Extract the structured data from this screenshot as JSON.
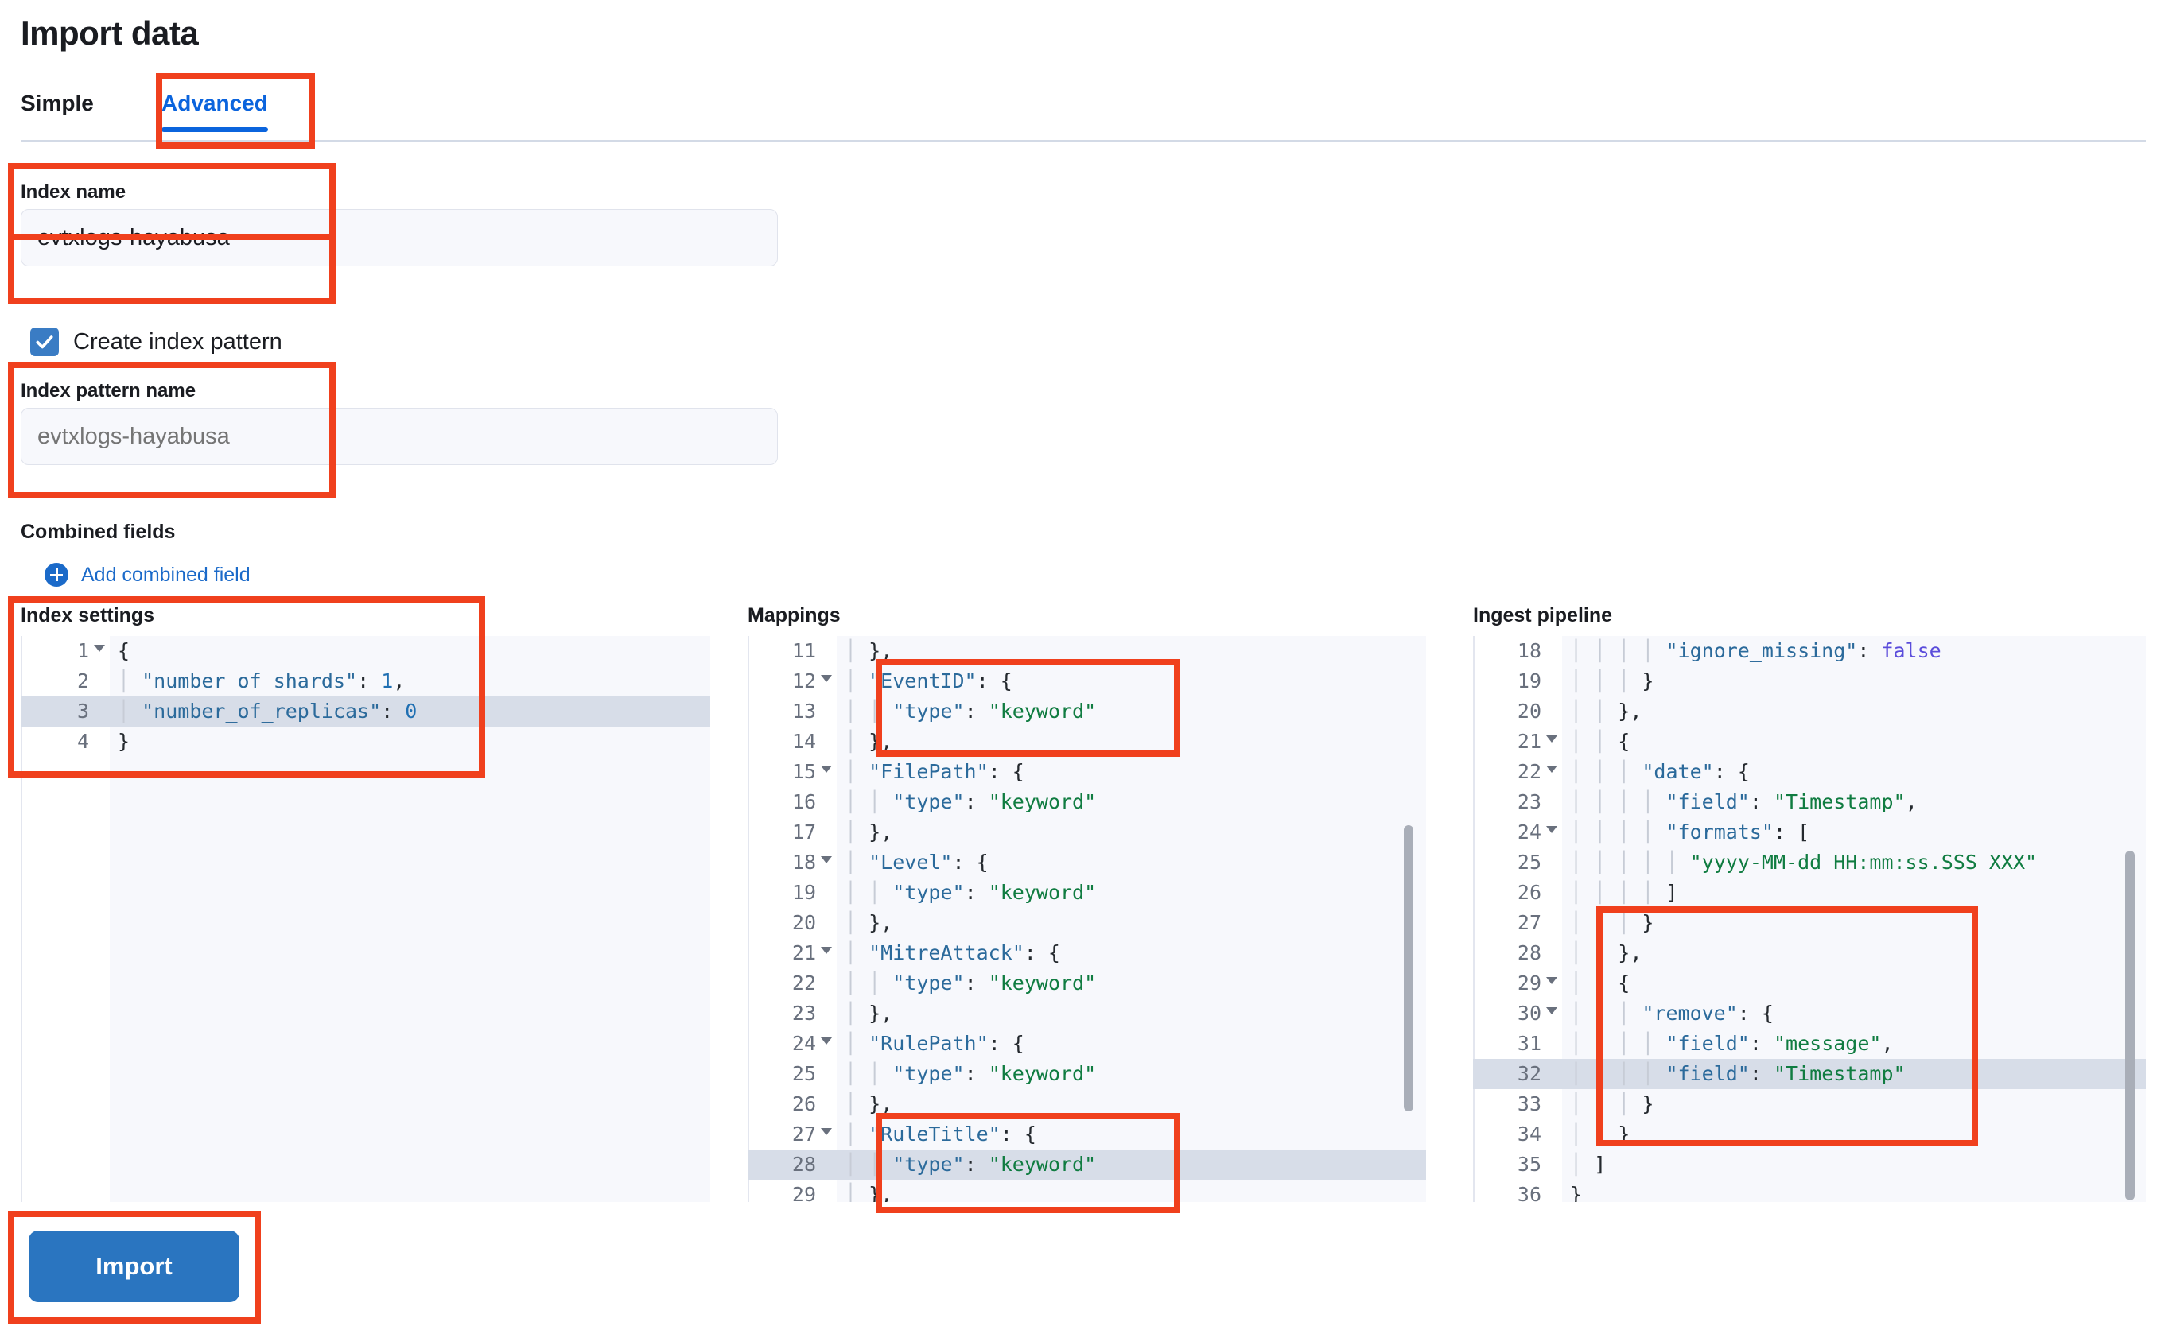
{
  "header": {
    "title": "Import data"
  },
  "tabs": [
    {
      "label": "Simple",
      "active": false
    },
    {
      "label": "Advanced",
      "active": true
    }
  ],
  "form": {
    "index_name": {
      "label": "Index name",
      "value": "evtxlogs-hayabusa"
    },
    "create_index_pattern": {
      "label": "Create index pattern",
      "checked": true
    },
    "index_pattern_name": {
      "label": "Index pattern name",
      "placeholder": "evtxlogs-hayabusa",
      "value": ""
    },
    "combined_fields": {
      "label": "Combined fields",
      "add_label": "Add combined field"
    }
  },
  "editors": {
    "index_settings": {
      "title": "Index settings",
      "lines": [
        {
          "n": "1",
          "fold": true,
          "hl": false,
          "code": "{"
        },
        {
          "n": "2",
          "fold": false,
          "hl": false,
          "code": "  \"number_of_shards\": 1,"
        },
        {
          "n": "3",
          "fold": false,
          "hl": true,
          "code": "  \"number_of_replicas\": 0"
        },
        {
          "n": "4",
          "fold": false,
          "hl": false,
          "code": "}"
        }
      ]
    },
    "mappings": {
      "title": "Mappings",
      "lines": [
        {
          "n": "11",
          "fold": false,
          "hl": false,
          "code": "  },"
        },
        {
          "n": "12",
          "fold": true,
          "hl": false,
          "code": "  \"EventID\": {"
        },
        {
          "n": "13",
          "fold": false,
          "hl": false,
          "code": "    \"type\": \"keyword\""
        },
        {
          "n": "14",
          "fold": false,
          "hl": false,
          "code": "  },"
        },
        {
          "n": "15",
          "fold": true,
          "hl": false,
          "code": "  \"FilePath\": {"
        },
        {
          "n": "16",
          "fold": false,
          "hl": false,
          "code": "    \"type\": \"keyword\""
        },
        {
          "n": "17",
          "fold": false,
          "hl": false,
          "code": "  },"
        },
        {
          "n": "18",
          "fold": true,
          "hl": false,
          "code": "  \"Level\": {"
        },
        {
          "n": "19",
          "fold": false,
          "hl": false,
          "code": "    \"type\": \"keyword\""
        },
        {
          "n": "20",
          "fold": false,
          "hl": false,
          "code": "  },"
        },
        {
          "n": "21",
          "fold": true,
          "hl": false,
          "code": "  \"MitreAttack\": {"
        },
        {
          "n": "22",
          "fold": false,
          "hl": false,
          "code": "    \"type\": \"keyword\""
        },
        {
          "n": "23",
          "fold": false,
          "hl": false,
          "code": "  },"
        },
        {
          "n": "24",
          "fold": true,
          "hl": false,
          "code": "  \"RulePath\": {"
        },
        {
          "n": "25",
          "fold": false,
          "hl": false,
          "code": "    \"type\": \"keyword\""
        },
        {
          "n": "26",
          "fold": false,
          "hl": false,
          "code": "  },"
        },
        {
          "n": "27",
          "fold": true,
          "hl": false,
          "code": "  \"RuleTitle\": {"
        },
        {
          "n": "28",
          "fold": false,
          "hl": true,
          "code": "    \"type\": \"keyword\""
        },
        {
          "n": "29",
          "fold": false,
          "hl": false,
          "code": "  },"
        }
      ]
    },
    "ingest_pipeline": {
      "title": "Ingest pipeline",
      "lines": [
        {
          "n": "18",
          "fold": false,
          "hl": false,
          "code": "        \"ignore_missing\": false"
        },
        {
          "n": "19",
          "fold": false,
          "hl": false,
          "code": "      }"
        },
        {
          "n": "20",
          "fold": false,
          "hl": false,
          "code": "    },"
        },
        {
          "n": "21",
          "fold": true,
          "hl": false,
          "code": "    {"
        },
        {
          "n": "22",
          "fold": true,
          "hl": false,
          "code": "      \"date\": {"
        },
        {
          "n": "23",
          "fold": false,
          "hl": false,
          "code": "        \"field\": \"Timestamp\","
        },
        {
          "n": "24",
          "fold": true,
          "hl": false,
          "code": "        \"formats\": ["
        },
        {
          "n": "25",
          "fold": false,
          "hl": false,
          "code": "          \"yyyy-MM-dd HH:mm:ss.SSS XXX\""
        },
        {
          "n": "26",
          "fold": false,
          "hl": false,
          "code": "        ]"
        },
        {
          "n": "27",
          "fold": false,
          "hl": false,
          "code": "      }"
        },
        {
          "n": "28",
          "fold": false,
          "hl": false,
          "code": "    },"
        },
        {
          "n": "29",
          "fold": true,
          "hl": false,
          "code": "    {"
        },
        {
          "n": "30",
          "fold": true,
          "hl": false,
          "code": "      \"remove\": {"
        },
        {
          "n": "31",
          "fold": false,
          "hl": false,
          "code": "        \"field\": \"message\","
        },
        {
          "n": "32",
          "fold": false,
          "hl": true,
          "code": "        \"field\": \"Timestamp\""
        },
        {
          "n": "33",
          "fold": false,
          "hl": false,
          "code": "      }"
        },
        {
          "n": "34",
          "fold": false,
          "hl": false,
          "code": "    }"
        },
        {
          "n": "35",
          "fold": false,
          "hl": false,
          "code": "  ]"
        },
        {
          "n": "36",
          "fold": false,
          "hl": false,
          "code": "}"
        }
      ]
    }
  },
  "actions": {
    "import_label": "Import"
  },
  "colors": {
    "accent": "#0b64dd",
    "annotation": "#f0401d",
    "primary_button": "#2a75c0",
    "string": "#107c41",
    "key": "#2b6a9b",
    "boolean": "#5b4ddb"
  }
}
